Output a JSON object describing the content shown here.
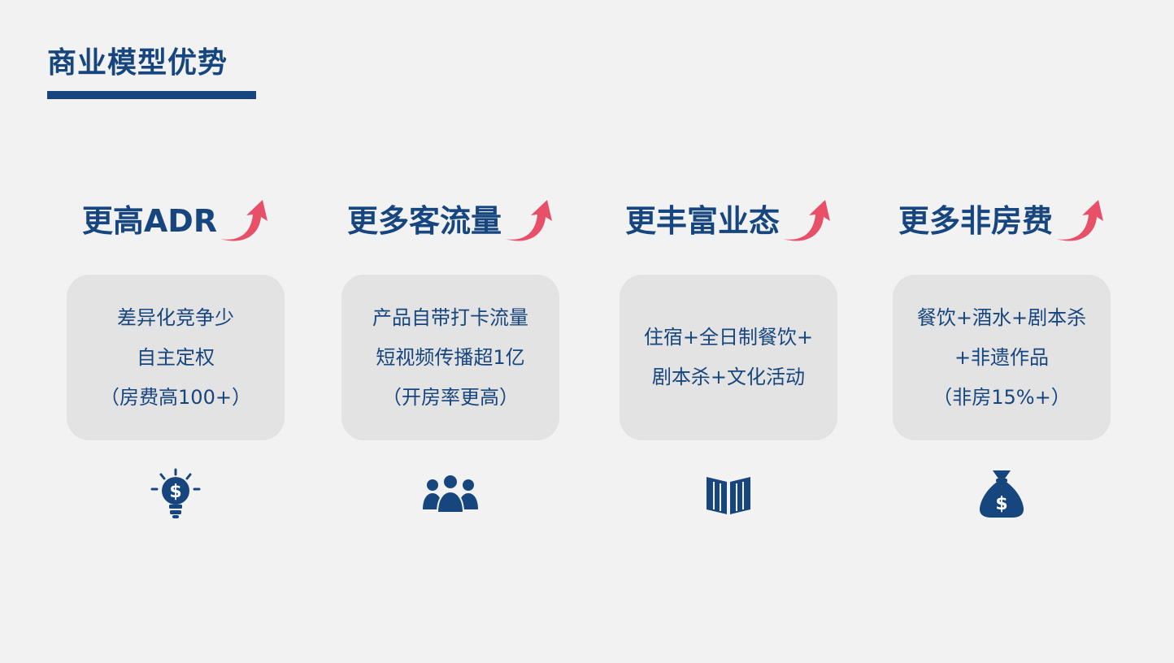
{
  "title": "商业模型优势",
  "columns": [
    {
      "heading": "更高ADR",
      "lines": [
        "差异化竞争少",
        "自主定权",
        "（房费高100+）"
      ],
      "icon": "dollar-lightbulb-icon"
    },
    {
      "heading": "更多客流量",
      "lines": [
        "产品自带打卡流量",
        "短视频传播超1亿",
        "（开房率更高）"
      ],
      "icon": "people-group-icon"
    },
    {
      "heading": "更丰富业态",
      "lines": [
        "住宿+全日制餐饮+",
        "剧本杀+文化活动"
      ],
      "icon": "open-book-icon"
    },
    {
      "heading": "更多非房费",
      "lines": [
        "餐饮+酒水+剧本杀",
        "+非遗作品",
        "（非房15%+）"
      ],
      "icon": "money-bag-icon"
    }
  ],
  "colors": {
    "primary": "#17467e",
    "arrow": "#e8506a",
    "card_background": "#e3e3e3",
    "page_background": "#f2f2f2"
  }
}
